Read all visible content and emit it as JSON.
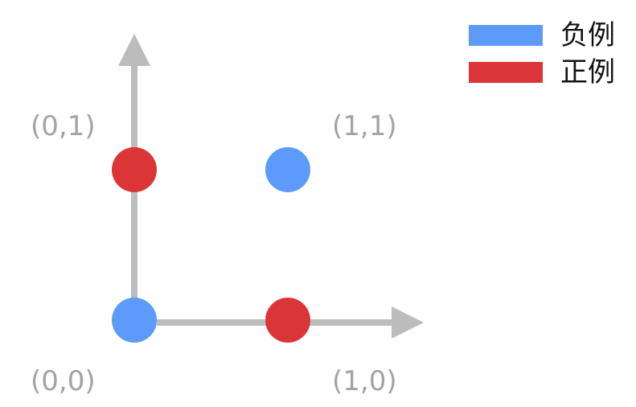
{
  "legend": {
    "items": [
      {
        "label": "负例",
        "color": "#5c9bfa"
      },
      {
        "label": "正例",
        "color": "#dc3538"
      }
    ]
  },
  "colors": {
    "axis": "#bcbcbc",
    "label": "#a3a3a3"
  },
  "points": [
    {
      "label": "(0,0)",
      "x": 0,
      "y": 0,
      "class": "负例"
    },
    {
      "label": "(1,0)",
      "x": 1,
      "y": 0,
      "class": "正例"
    },
    {
      "label": "(0,1)",
      "x": 0,
      "y": 1,
      "class": "正例"
    },
    {
      "label": "(1,1)",
      "x": 1,
      "y": 1,
      "class": "负例"
    }
  ]
}
